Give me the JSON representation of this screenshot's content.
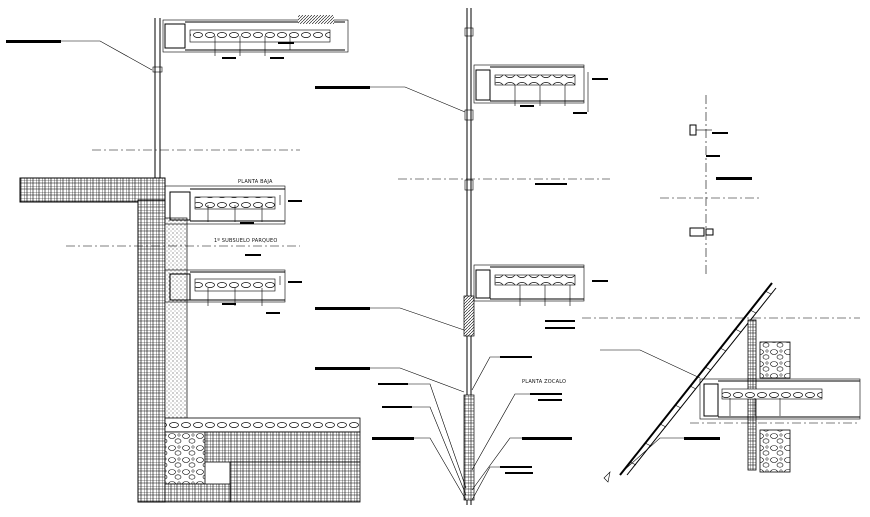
{
  "labels": {
    "planta_baja": "PLANTA BAJA",
    "subsuelo": "1º SUBSUELO PARQUEO",
    "planta_zocalo": "PLANTA ZOCALO"
  },
  "colors": {
    "line": "#000000",
    "background": "#ffffff"
  }
}
